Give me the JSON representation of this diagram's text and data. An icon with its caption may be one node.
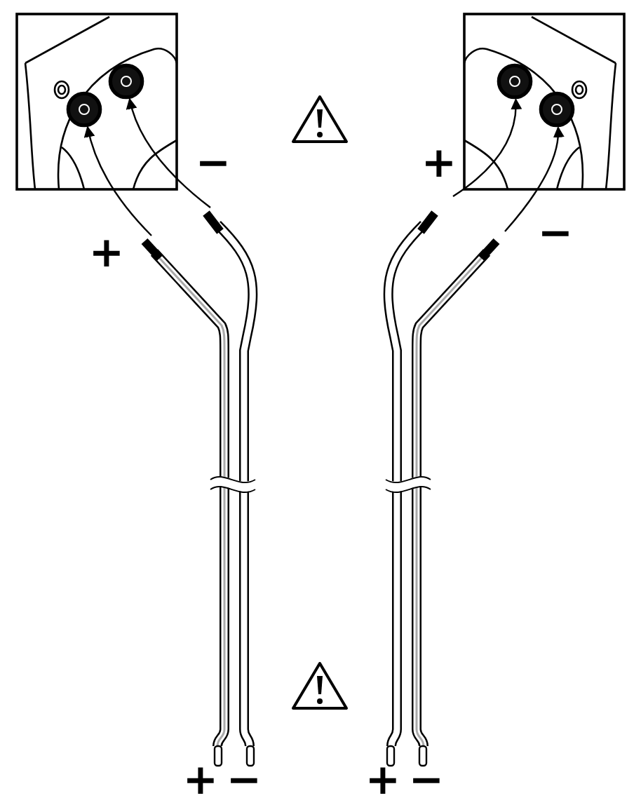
{
  "diagram": {
    "nodes": [
      {
        "text": [],
        "shape": "circle"
      },
      {
        "text": [],
        "shape": "circle"
      },
      {
        "text": [],
        "shape": "circle"
      },
      {
        "text": [],
        "shape": "circle"
      }
    ],
    "edges": [
      {
        "from": null,
        "to": 0,
        "arrow": "to"
      },
      {
        "from": null,
        "to": 1,
        "arrow": "to"
      },
      {
        "from": null,
        "to": 2,
        "arrow": "to"
      },
      {
        "from": null,
        "to": 3,
        "arrow": "to"
      }
    ],
    "labels": [
      "−",
      "+",
      "−",
      "+",
      "+",
      "−",
      "+",
      "−"
    ]
  }
}
